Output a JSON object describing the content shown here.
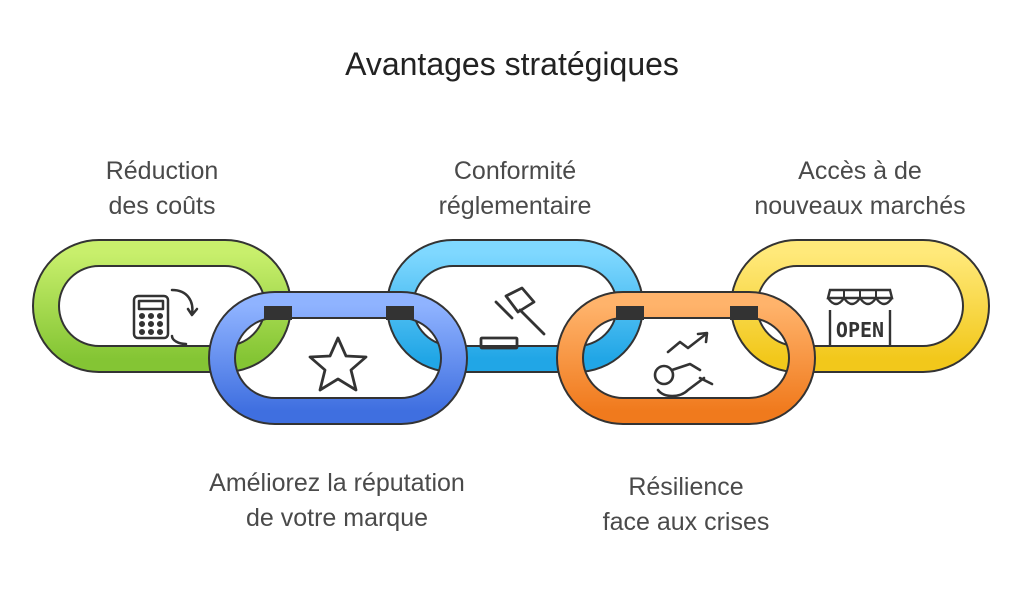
{
  "title": "Avantages stratégiques",
  "links": [
    {
      "id": "reduction",
      "lines": [
        "Réduction",
        "des coûts"
      ],
      "icon": "calculator-cycle-icon",
      "color_light": "#c8ef6c",
      "color_dark": "#84c534"
    },
    {
      "id": "reputation",
      "lines": [
        "Améliorez la réputation",
        "de votre marque"
      ],
      "icon": "star-icon",
      "color_light": "#8fb3ff",
      "color_dark": "#3f6fe0"
    },
    {
      "id": "conformite",
      "lines": [
        "Conformité",
        "réglementaire"
      ],
      "icon": "gavel-icon",
      "color_light": "#7fd8ff",
      "color_dark": "#21a6e6"
    },
    {
      "id": "resilience",
      "lines": [
        "Résilience",
        "face aux crises"
      ],
      "icon": "recovery-icon",
      "color_light": "#ffb36b",
      "color_dark": "#f07a1d"
    },
    {
      "id": "marches",
      "lines": [
        "Accès à de",
        "nouveaux marchés"
      ],
      "icon": "open-shop-icon",
      "color_light": "#ffe97a",
      "color_dark": "#f2c81b",
      "sign_text": "OPEN"
    }
  ]
}
